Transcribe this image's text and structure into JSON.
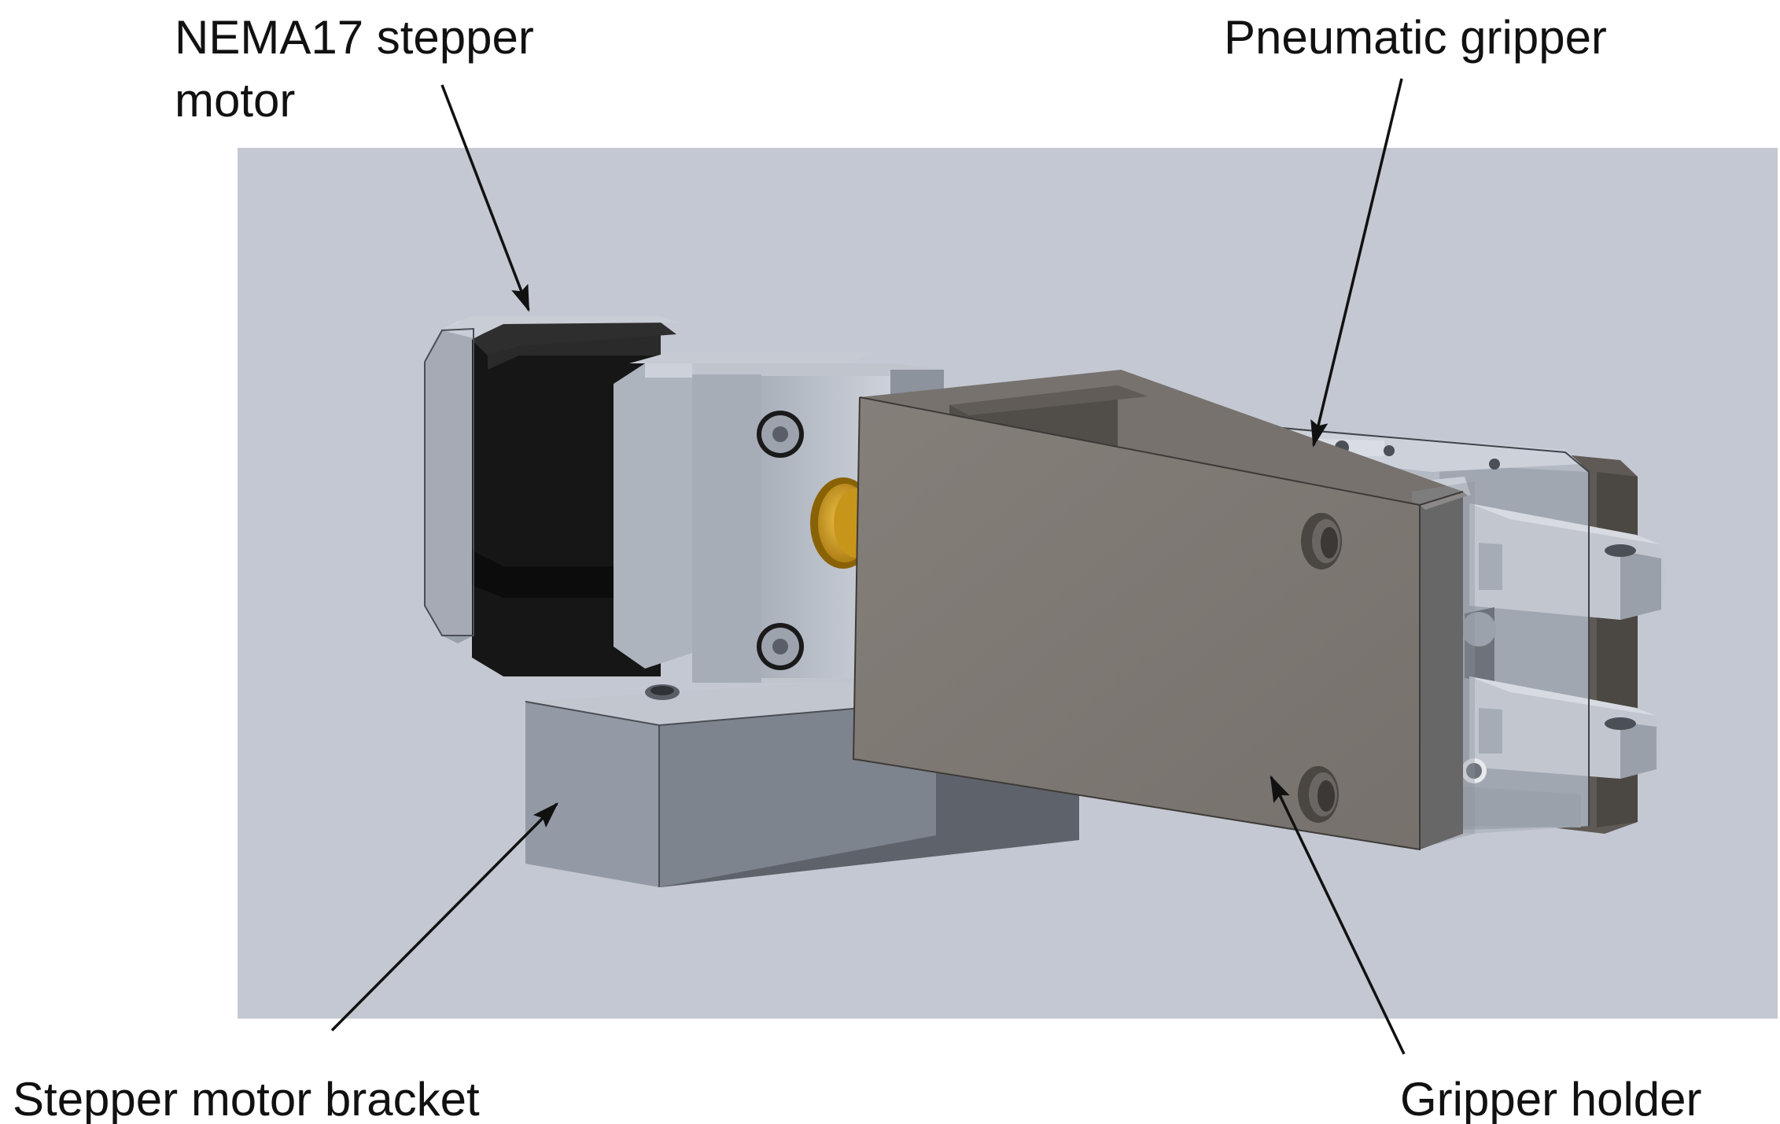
{
  "labels": {
    "motor_line1": "NEMA17 stepper",
    "motor_line2": "motor",
    "gripper": "Pneumatic gripper",
    "bracket": "Stepper motor bracket",
    "holder": "Gripper holder"
  },
  "colors": {
    "viewport_bg": "#c3c8d2",
    "motor_body": "#141414",
    "aluminum_light": "#b9bfc9",
    "aluminum_mid": "#949aa4",
    "aluminum_dark": "#5f646c",
    "holder_face": "#7e7873",
    "holder_side": "#56524e",
    "brass": "#d6a21c"
  }
}
